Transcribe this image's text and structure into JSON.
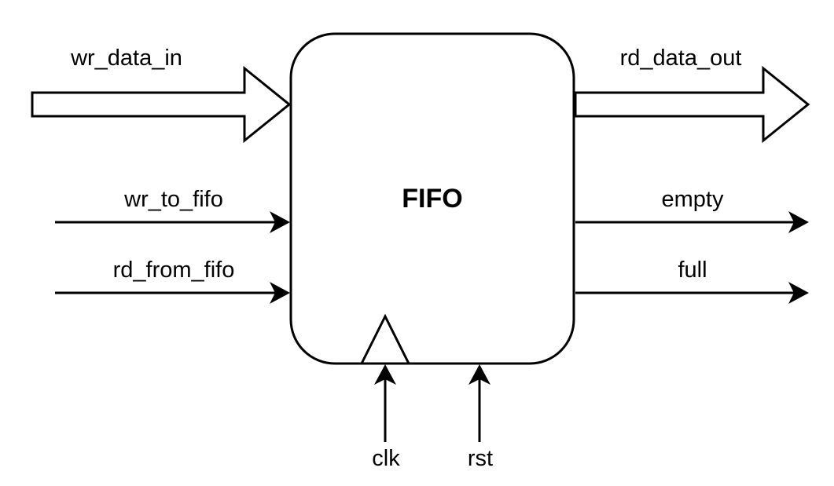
{
  "block": {
    "title": "FIFO"
  },
  "inputs": {
    "wr_data_in": "wr_data_in",
    "wr_to_fifo": "wr_to_fifo",
    "rd_from_fifo": "rd_from_fifo"
  },
  "outputs": {
    "rd_data_out": "rd_data_out",
    "empty": "empty",
    "full": "full"
  },
  "control": {
    "clk": "clk",
    "rst": "rst"
  },
  "colors": {
    "stroke": "#000000",
    "fill": "#ffffff"
  }
}
